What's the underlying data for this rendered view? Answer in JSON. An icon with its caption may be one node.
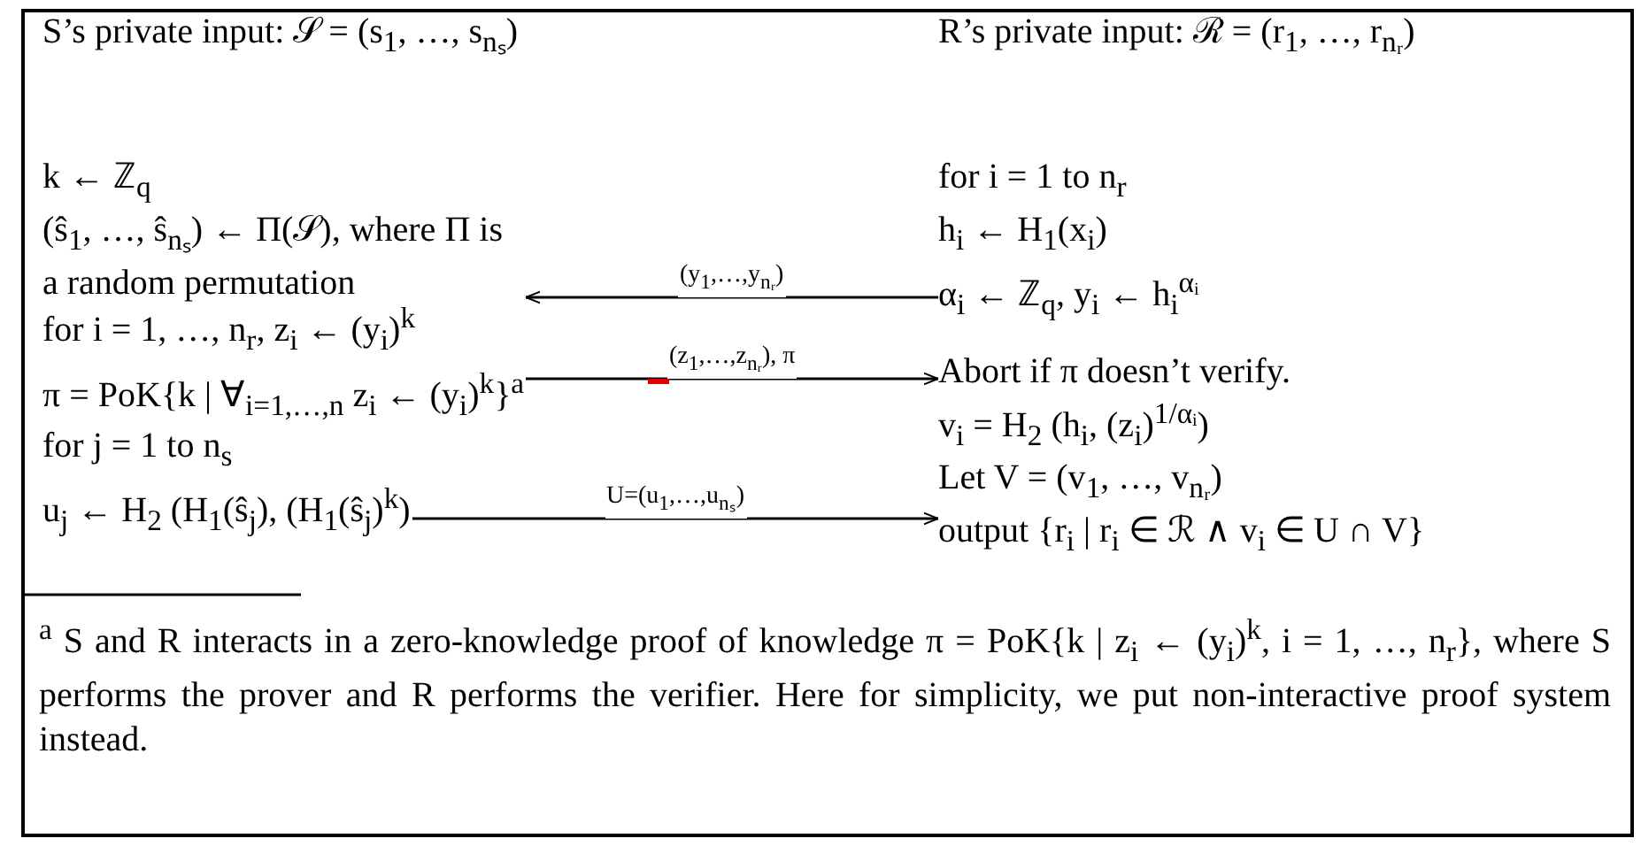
{
  "diagram": {
    "nodes": [
      {
        "text": [
          "S’s private input: 𝒮 = (s$_{1}$, …, s$_{nₛ}$)"
        ]
      },
      {
        "text": [
          "R’s private input: ℛ = (r$_{1}$, …, r$_{nᵣ}$)"
        ]
      },
      {
        "text": [
          "k ← ℤ$_{q}$",
          "(ŝ$_{1}$, …, ŝ$_{nₛ}$) ← Π(𝒮), where Π is a random permutation"
        ]
      },
      {
        "text": [
          "for i = 1 to n$_{r}$",
          "h$_{i}$ ← H$_{1}$(x$_{i}$)",
          "α$_{i}$ ← ℤ$_{q}$, y$_{i}$ ← h$_{i}$$^{αᵢ}$"
        ]
      },
      {
        "text": [
          "for i = 1, …, n$_{r}$, z$_{i}$ ← (y$_{i}$)$^{k}$",
          "π = PoK{k | ∀$_{i=1,…,n}$ z$_{i}$ ← (y$_{i}$)$^{k}$}$^{a}$"
        ]
      },
      {
        "text": [
          "Abort if π doesn’t verify.",
          "v$_{i}$ = H$_{2}$ (h$_{i}$, (z$_{i}$)$^{1/αᵢ}$)"
        ]
      },
      {
        "text": [
          "for j = 1 to n$_{s}$",
          "u$_{j}$ ← H$_{2}$ (H$_{1}$(ŝ$_{j}$), (H$_{1}$(ŝ$_{j}$)$^{k}$)"
        ]
      },
      {
        "text": [
          "Let V = (v$_{1}$, …, v$_{nᵣ}$)",
          "output {r$_{i}$ | r$_{i}$ ∈ ℛ ∧ v$_{i}$ ∈ U ∩ V}"
        ]
      }
    ],
    "edges": [
      {
        "from": 3,
        "to": 4,
        "arrow": "to",
        "label": "(y$_{1}$,…,y$_{nᵣ}$)"
      },
      {
        "from": 4,
        "to": 5,
        "arrow": "to",
        "label": "(z$_{1}$,…,z$_{nᵣ}$), π"
      },
      {
        "from": 6,
        "to": 7,
        "arrow": "to",
        "label": "U=(u$_{1}$,…,u$_{nₛ}$)"
      }
    ],
    "labels": [
      "$^{a}$ S and R interacts in a zero-knowledge proof of knowledge π = PoK{k | z$_{i}$ ← (y$_{i}$)$^{k}$, i = 1, …, n$_{r}$}, where S performs the prover and R performs the verifier. Here for simplicity, we put non-interactive proof system instead."
    ]
  }
}
